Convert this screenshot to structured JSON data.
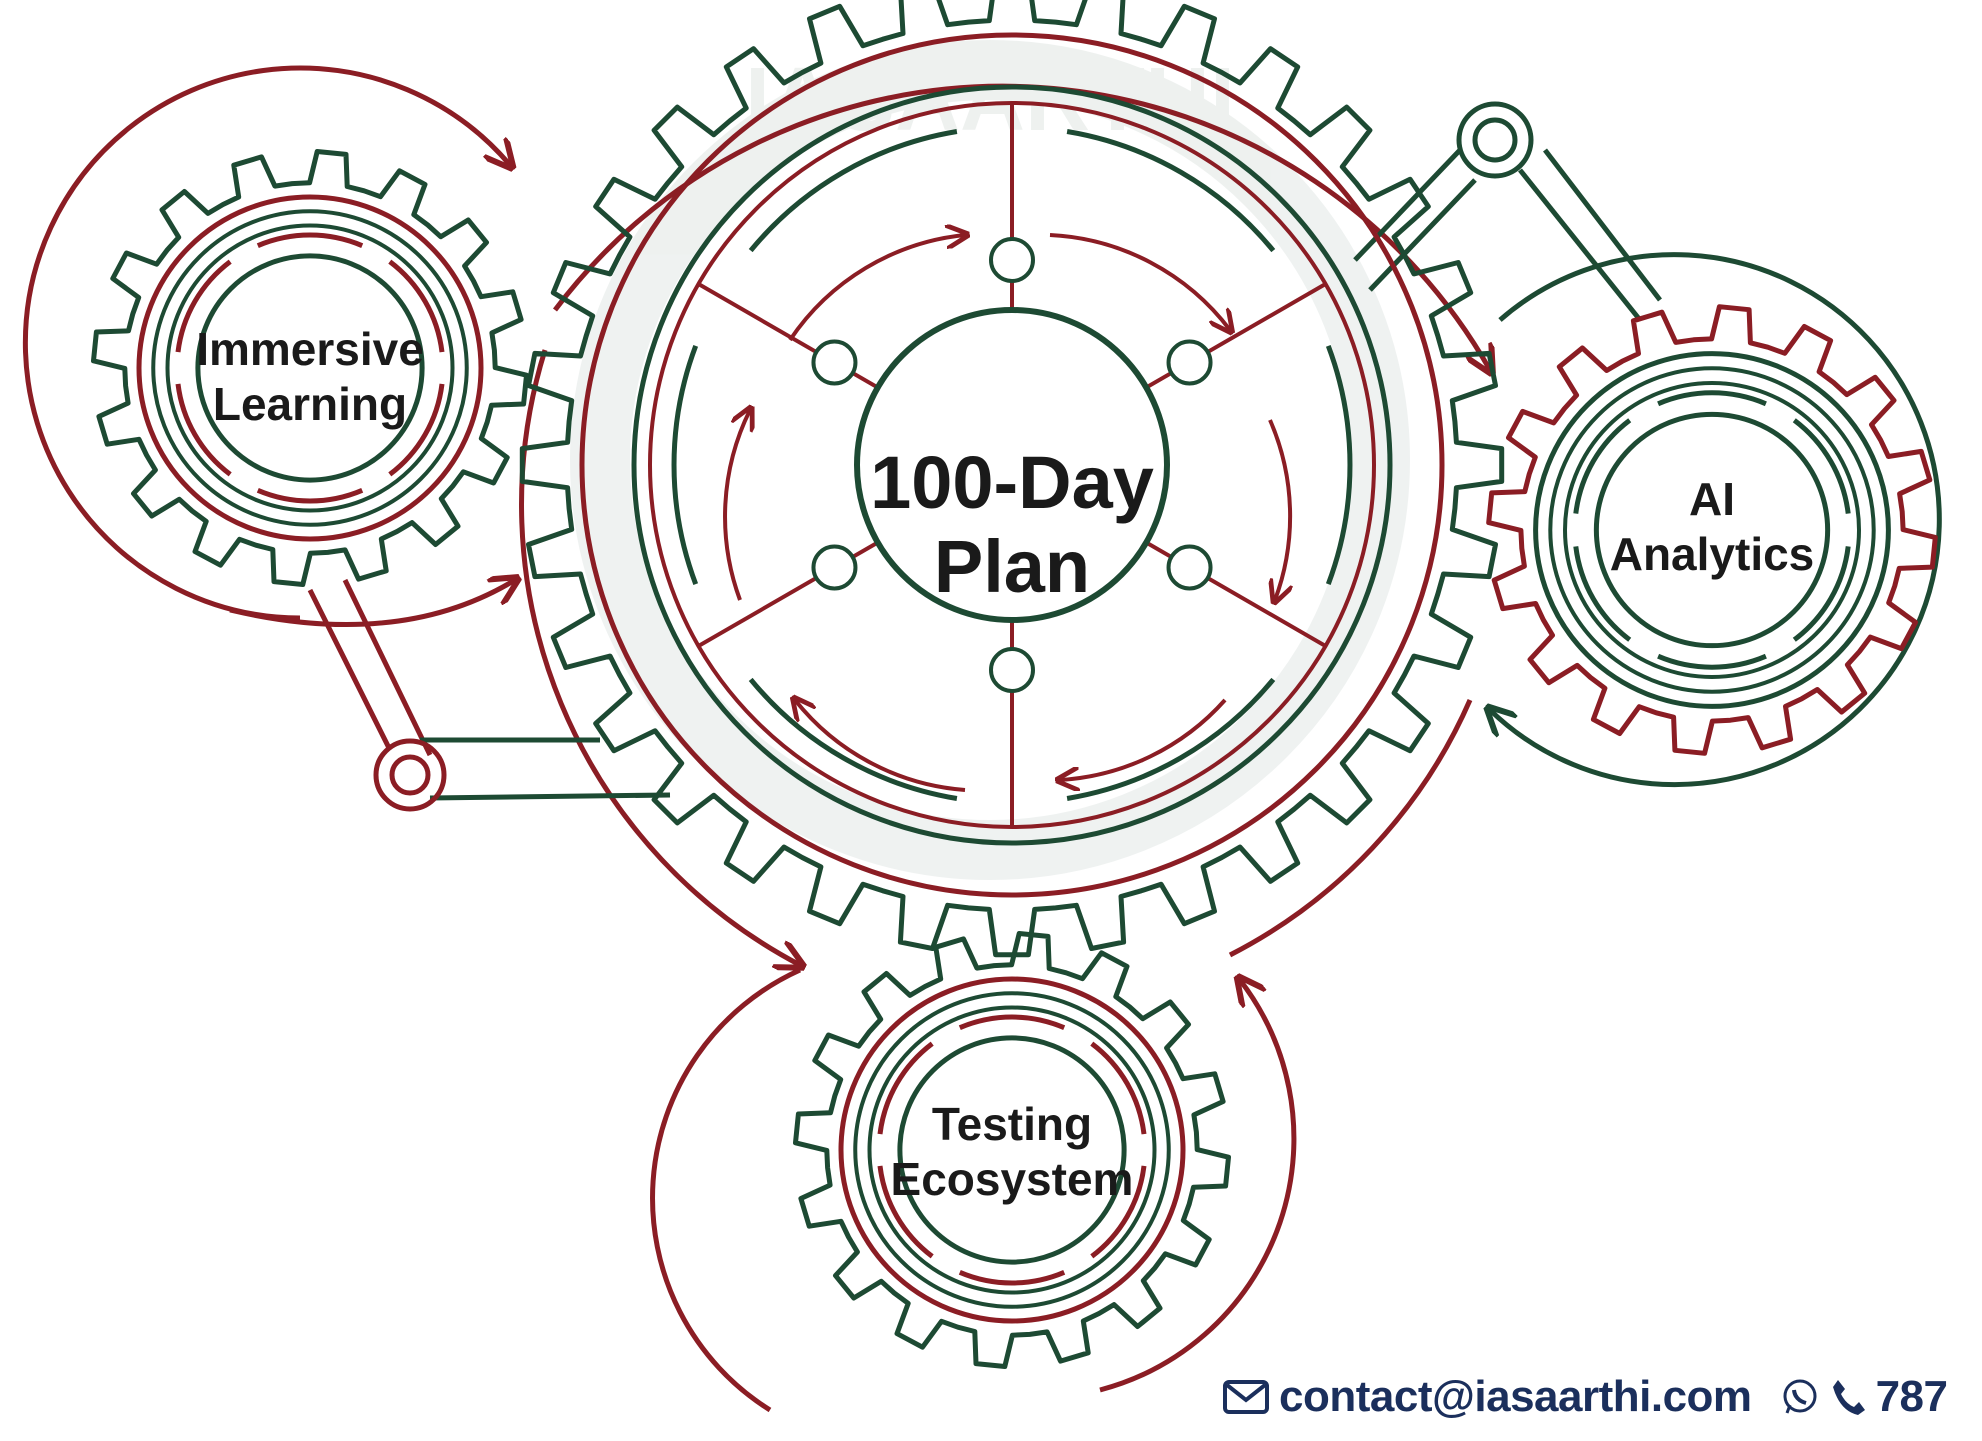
{
  "watermark": {
    "text": "IASAARTHI"
  },
  "gears": {
    "center": {
      "line1": "100-Day",
      "line2": "Plan"
    },
    "immersive": {
      "line1": "Immersive",
      "line2": "Learning"
    },
    "analytics": {
      "line1": "AI",
      "line2": "Analytics"
    },
    "testing": {
      "line1": "Testing",
      "line2": "Ecosystem"
    }
  },
  "footer": {
    "email": "contact@iasaarthi.com",
    "phone": "787",
    "icons": [
      "envelope-icon",
      "whatsapp-icon",
      "phone-icon"
    ]
  },
  "colors": {
    "green": "#1d4a33",
    "red": "#8b1d24",
    "text": "#1a1a1a",
    "footer_text": "#1b2f5c"
  }
}
